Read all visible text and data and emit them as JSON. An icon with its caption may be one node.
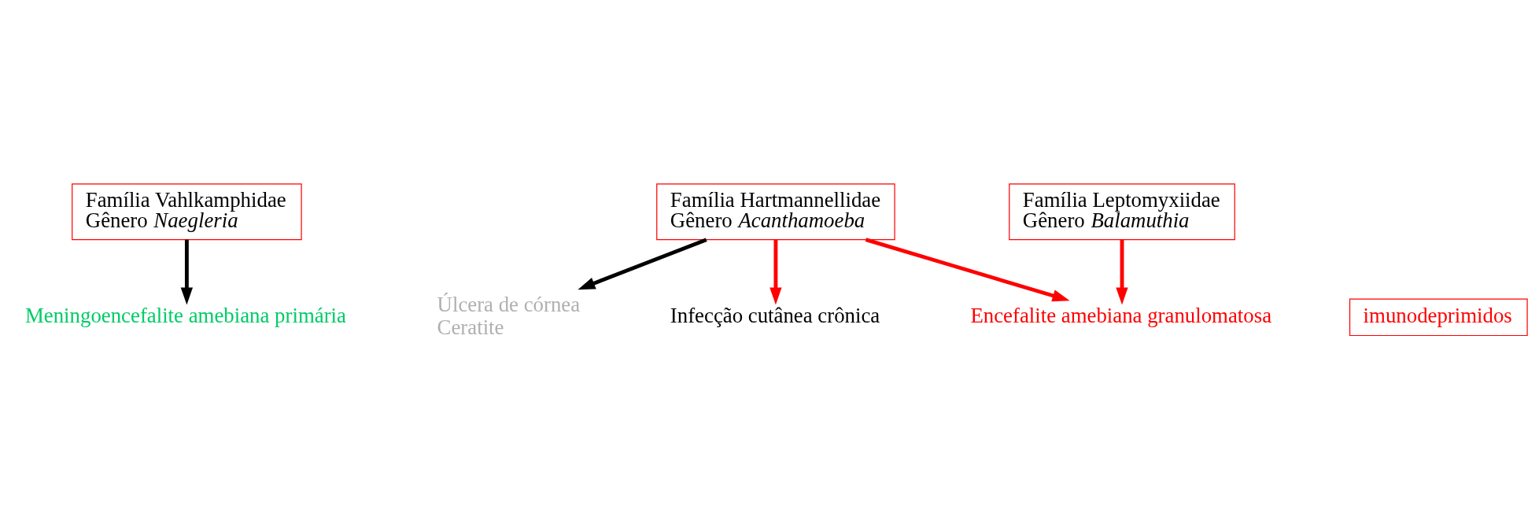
{
  "diagram": {
    "nodes": [
      {
        "text": [
          "Família Vahlkamphidae",
          "Gênero *Naegleria*"
        ]
      },
      {
        "text": [
          "Família Hartmannellidae",
          "Gênero *Acanthamoeba*"
        ]
      },
      {
        "text": [
          "Família Leptomyxiidae",
          "Gênero *Balamuthia*"
        ]
      },
      {
        "text": [
          "Meningoencefalite amebiana primária"
        ]
      },
      {
        "text": [
          "Úlcera de córnea",
          "Ceratite"
        ]
      },
      {
        "text": [
          "Encefalite amebiana granulomatosa"
        ]
      },
      {
        "text": [
          "Infecção cutânea crônica"
        ]
      },
      {
        "text": [
          "imunodeprimidos"
        ]
      }
    ],
    "edges": [
      {
        "from": 0,
        "to": 3,
        "arrow": "to",
        "color": "#000000"
      },
      {
        "from": 1,
        "to": 4,
        "arrow": "to",
        "color": "#000000"
      },
      {
        "from": 1,
        "to": 6,
        "arrow": "to"
      },
      {
        "from": 1,
        "to": 5,
        "arrow": "to"
      },
      {
        "from": 2,
        "to": 5,
        "arrow": "to"
      }
    ]
  }
}
